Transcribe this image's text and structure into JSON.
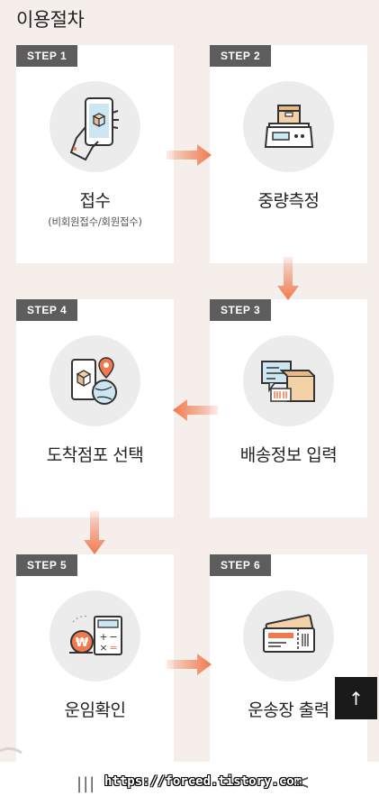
{
  "page": {
    "title": "이용절차"
  },
  "steps": [
    {
      "badge": "STEP 1",
      "title": "접수",
      "subtitle": "(비회원접수/회원접수)",
      "icon": "phone-hand-icon"
    },
    {
      "badge": "STEP 2",
      "title": "중량측정",
      "icon": "scale-icon"
    },
    {
      "badge": "STEP 3",
      "title": "배송정보 입력",
      "icon": "delivery-info-icon"
    },
    {
      "badge": "STEP 4",
      "title": "도착점포 선택",
      "icon": "store-location-icon"
    },
    {
      "badge": "STEP 5",
      "title": "운임확인",
      "icon": "fare-calculator-icon"
    },
    {
      "badge": "STEP 6",
      "title": "운송장 출력",
      "icon": "waybill-ticket-icon"
    }
  ],
  "scroll_top": {
    "label": "↑"
  },
  "bottom_nav": {
    "menu_label": "|||",
    "back_label": "<",
    "watermark": "https://forced.tistory.com"
  },
  "colors": {
    "accent": "#f07a4e",
    "badge": "#5d5d5d",
    "background": "#f6eeeb"
  }
}
